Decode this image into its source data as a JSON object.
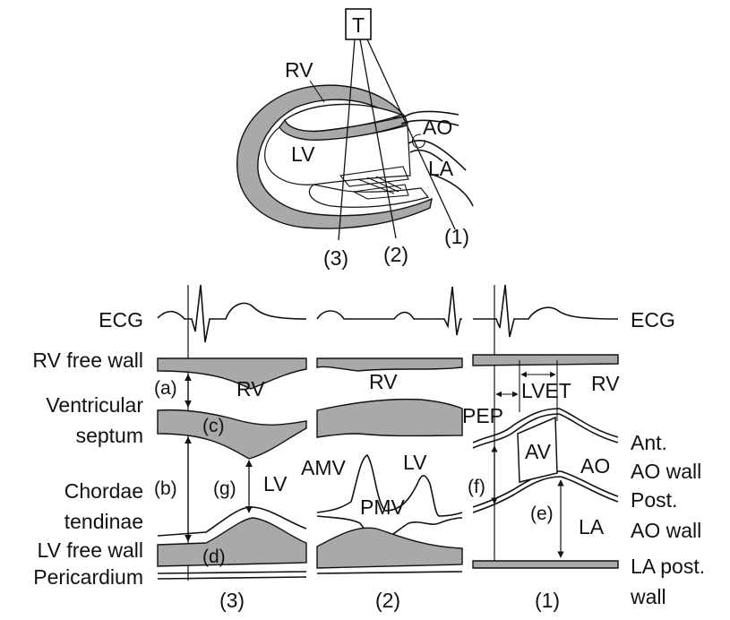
{
  "transducer": "T",
  "heart": {
    "rv": "RV",
    "lv": "LV",
    "ao": "AO",
    "la": "LA",
    "beam1": "(1)",
    "beam2": "(2)",
    "beam3": "(3)"
  },
  "left_labels": {
    "ecg": "ECG",
    "rv_free_wall": "RV free wall",
    "ventricular_1": "Ventricular",
    "ventricular_2": "septum",
    "chordae_1": "Chordae",
    "chordae_2": "tendinae",
    "lv_free_wall": "LV free wall",
    "pericardium": "Pericardium"
  },
  "right_labels": {
    "ecg": "ECG",
    "ant_1": "Ant.",
    "ant_2": "AO wall",
    "post_1": "Post.",
    "post_2": "AO wall",
    "la_post_1": "LA post.",
    "la_post_2": "wall"
  },
  "panel3": {
    "a": "(a)",
    "b": "(b)",
    "c": "(c)",
    "d": "(d)",
    "g": "(g)",
    "rv": "RV",
    "lv": "LV",
    "caption": "(3)"
  },
  "panel2": {
    "rv": "RV",
    "lv": "LV",
    "amv": "AMV",
    "pmv": "PMV",
    "caption": "(2)"
  },
  "panel1": {
    "lvet": "LVET",
    "rv": "RV",
    "pep": "PEP",
    "av": "AV",
    "ao": "AO",
    "la": "LA",
    "e": "(e)",
    "f": "(f)",
    "caption": "(1)"
  }
}
